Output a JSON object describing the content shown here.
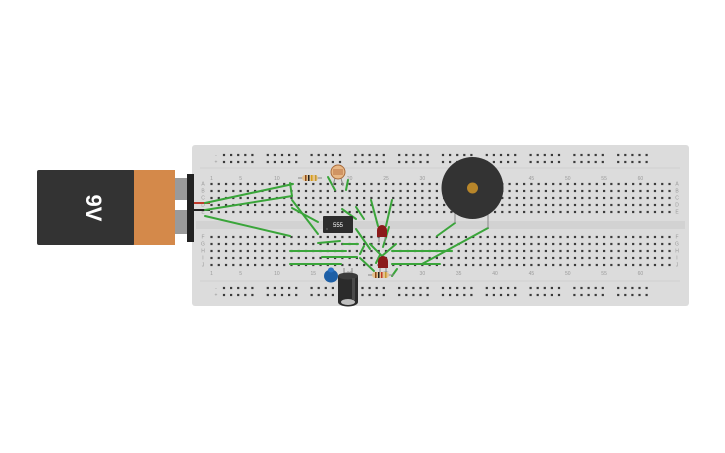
{
  "battery": {
    "label": "9V"
  },
  "ic": {
    "label": "555"
  },
  "breadboard": {
    "column_labels": [
      "1",
      "5",
      "10",
      "15",
      "20",
      "25",
      "30",
      "35",
      "40",
      "45",
      "50",
      "55",
      "60"
    ],
    "row_labels_top": [
      "A",
      "B",
      "C",
      "D",
      "E"
    ],
    "row_labels_bottom": [
      "F",
      "G",
      "H",
      "I",
      "J"
    ],
    "rail_signs": [
      "-",
      "+"
    ]
  },
  "colors": {
    "board": "#dcdcdc",
    "hole": "#3a3a3a",
    "wire": "#3aa53a",
    "battery_body": "#333333",
    "battery_cap": "#d4894a",
    "buzzer": "#333333",
    "buzzer_center": "#b8862a",
    "led": "#8b1a1a",
    "capacitor_ceramic": "#1d5fa6"
  }
}
